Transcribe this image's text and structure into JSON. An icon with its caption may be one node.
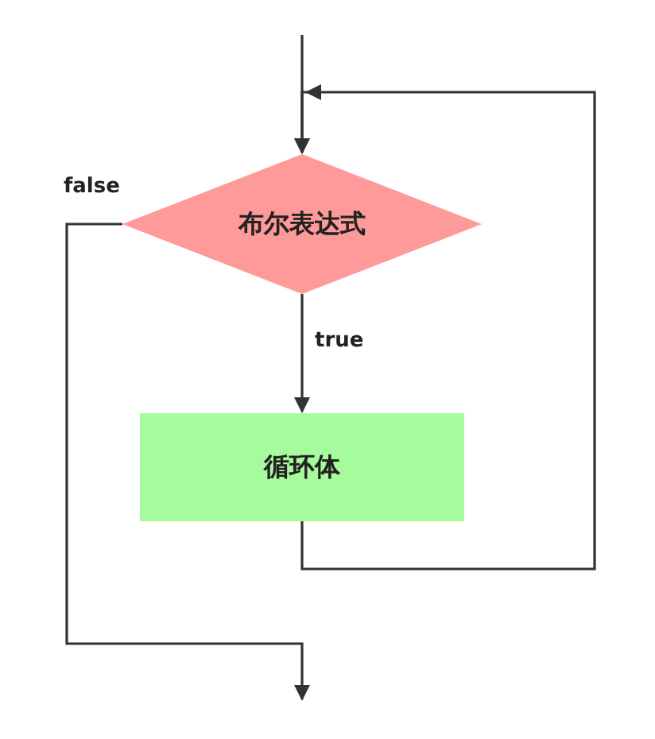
{
  "diagram": {
    "nodes": [
      {
        "text": [
          "布尔表达式"
        ]
      },
      {
        "text": [
          "循环体"
        ]
      }
    ],
    "edges": [
      {
        "from": null,
        "to": 0,
        "arrow": "to"
      },
      {
        "from": 0,
        "to": 1,
        "arrow": "to",
        "label": "true"
      },
      {
        "from": 1,
        "to": 0,
        "arrow": "to"
      },
      {
        "from": 0,
        "to": null,
        "arrow": "to",
        "label": "false"
      }
    ]
  }
}
